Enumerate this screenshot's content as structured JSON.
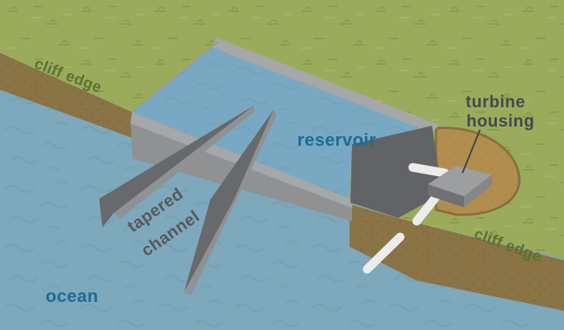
{
  "title": "Tapered channel wave energy system diagram",
  "labels": {
    "cliff_edge_top": "cliff edge",
    "cliff_edge_bottom": "cliff edge",
    "ocean": "ocean",
    "reservoir": "reservoir",
    "tapered_channel_line1": "tapered",
    "tapered_channel_line2": "channel",
    "turbine_housing_line1": "turbine",
    "turbine_housing_line2": "housing"
  },
  "colors": {
    "grass": "#9aac5c",
    "ocean": "#7ea8bb",
    "reservoir_water": "#79a9c2",
    "cliff_brown": "#8a7344",
    "pit_brown": "#b18e4e",
    "pit_rim": "#8a6f3e",
    "wall_light": "#a6a7a8",
    "wall_medium": "#8f9193",
    "wall_dark": "#67696c",
    "dam_dark": "#616366",
    "housing_top": "#9c9ea0",
    "housing_front": "#6f7173",
    "housing_side": "#848688",
    "pipe_white": "#ececec",
    "label_blue": "#1b6c96",
    "label_olive": "#5c7034",
    "label_gray": "#45484d",
    "tapered_label_gray": "#55585c",
    "pointer_line": "#3f4347",
    "edge_line": "#9a9a9a"
  }
}
